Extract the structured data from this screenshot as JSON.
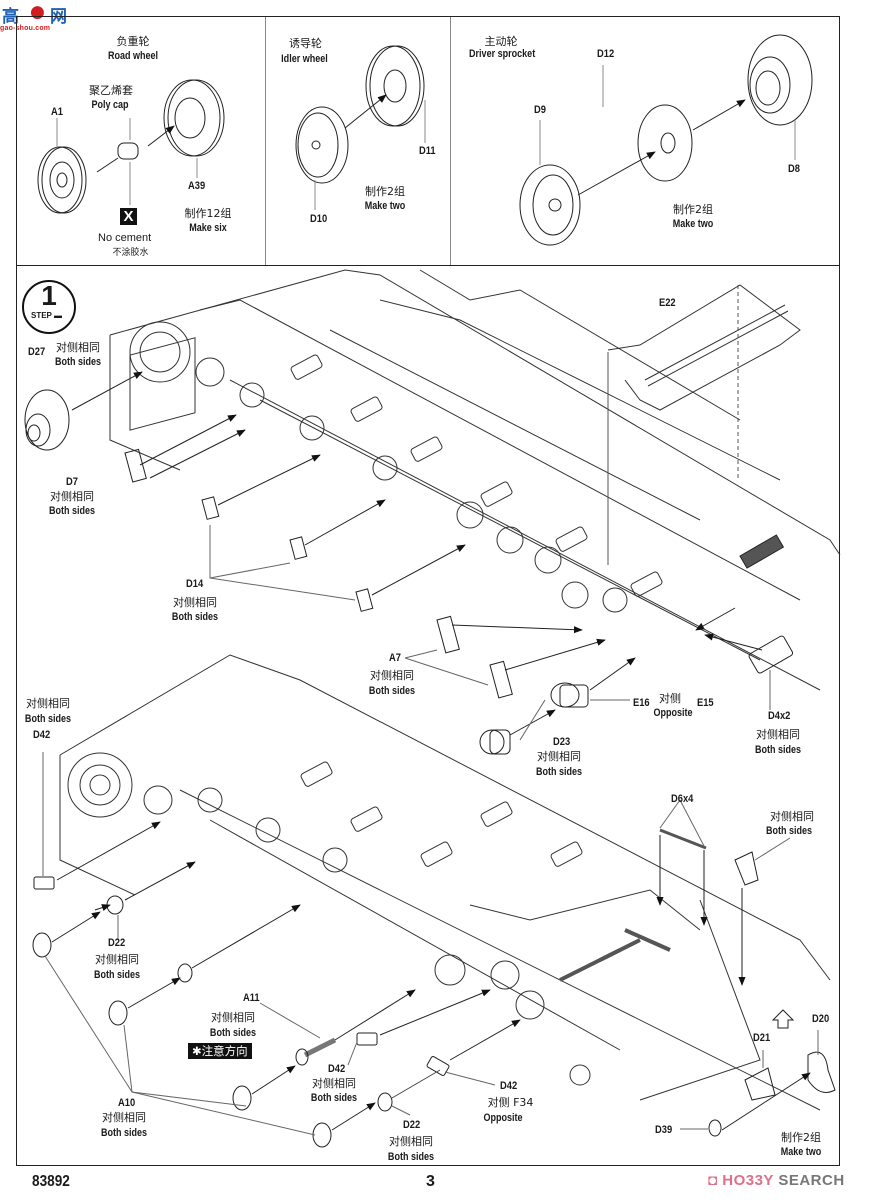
{
  "watermark": {
    "title": "高手网",
    "url": "gao-shou.com"
  },
  "top_panels": [
    {
      "title_cn": "负重轮",
      "title_en": "Road wheel",
      "sub_cn": "聚乙烯套",
      "sub_en": "Poly cap",
      "parts": [
        "A1",
        "A39"
      ],
      "no_cement_icon": "X",
      "no_cement_en": "No cement",
      "no_cement_cn": "不涂胶水",
      "qty_cn": "制作12组",
      "qty_en": "Make six"
    },
    {
      "title_cn": "诱导轮",
      "title_en": "Idler wheel",
      "parts": [
        "D10",
        "D11"
      ],
      "qty_cn": "制作2组",
      "qty_en": "Make two"
    },
    {
      "title_cn": "主动轮",
      "title_en": "Driver sprocket",
      "parts": [
        "D9",
        "D12",
        "D8"
      ],
      "qty_cn": "制作2组",
      "qty_en": "Make two"
    }
  ],
  "step": {
    "number": "1",
    "label": "STEP"
  },
  "callouts": {
    "d27": {
      "part": "D27",
      "cn": "对侧相同",
      "en": "Both sides"
    },
    "d7": {
      "part": "D7",
      "cn": "对侧相同",
      "en": "Both sides"
    },
    "d14": {
      "part": "D14",
      "cn": "对侧相同",
      "en": "Both sides"
    },
    "e22": {
      "part": "E22"
    },
    "a7": {
      "part": "A7",
      "cn": "对侧相同",
      "en": "Both sides"
    },
    "e16": {
      "part": "E16",
      "cn": "对侧",
      "en": "Opposite",
      "alt": "E15"
    },
    "d23": {
      "part": "D23",
      "cn": "对侧相同",
      "en": "Both sides"
    },
    "d4": {
      "part": "D4x2",
      "cn": "对侧相同",
      "en": "Both sides"
    },
    "d42_left": {
      "part": "D42",
      "cn": "对侧相同",
      "en": "Both sides"
    },
    "d22_upper": {
      "part": "D22",
      "cn": "对侧相同",
      "en": "Both sides"
    },
    "a11": {
      "part": "A11",
      "cn": "对侧相同",
      "en": "Both sides"
    },
    "attention": "✱注意方向",
    "d42_mid": {
      "part": "D42",
      "cn": "对侧相同",
      "en": "Both sides"
    },
    "a10": {
      "part": "A10",
      "cn": "对侧相同",
      "en": "Both sides"
    },
    "d22_lower": {
      "part": "D22",
      "cn": "对侧相同",
      "en": "Both sides"
    },
    "d42_right": {
      "part": "D42",
      "cn": "对侧 F34",
      "en": "Opposite"
    },
    "d6": {
      "part": "D6x4"
    },
    "right_bracket": {
      "cn": "对侧相同",
      "en": "Both sides"
    },
    "d20": {
      "part": "D20"
    },
    "d21": {
      "part": "D21"
    },
    "d39": {
      "part": "D39"
    },
    "bottom_qty": {
      "cn": "制作2组",
      "en": "Make two"
    }
  },
  "footer": {
    "code": "83892",
    "page": "3",
    "brand_a": "HO33Y",
    "brand_b": "SEARCH",
    "brand_icon": "◘"
  }
}
